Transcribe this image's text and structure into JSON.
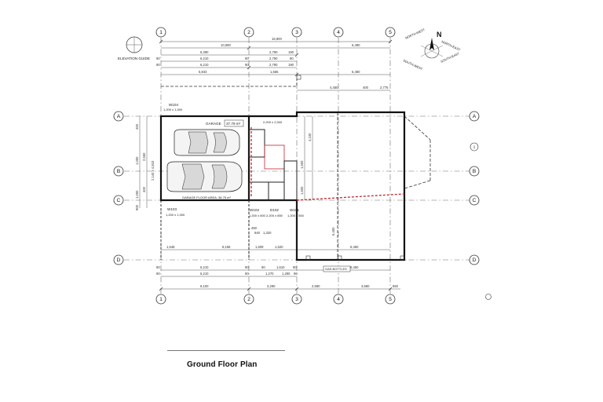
{
  "drawing": {
    "title": "Ground Floor Plan",
    "elevation_guide_label": "ELEVATION GUIDE",
    "north_label": "N",
    "compass_labels": [
      "NORTH-WEST",
      "NORTH-EAST",
      "SOUTH-WEST",
      "SOUTH-EAST"
    ],
    "gas_bottles_label": "GAS BOTTLES"
  },
  "grid": {
    "columns": [
      "1",
      "2",
      "3",
      "4",
      "5"
    ],
    "rows": [
      "A",
      "B",
      "C",
      "D"
    ]
  },
  "rooms": {
    "garage": "GARAGE",
    "garage_area": "37.79 m²",
    "garage_floor_area": "GARAGE FLOOR AREA: 38.75 m²"
  },
  "openings": {
    "w104": "W104",
    "w104_size": "1,200 x 1,000",
    "w103": "W103",
    "w103_size": "1,200 x 1,000",
    "w102": "W102",
    "w102_size": "1,200 x 600",
    "d102": "D102",
    "d102_size": "2,200 x 850",
    "w101": "W101",
    "w101_size": "1,200 x 500",
    "door_top": "2,200 x 2,000",
    "garage_door_size": "2,140 x 4,810"
  },
  "dimensions": {
    "top_overall": "16,900",
    "top_row2": [
      "10,080",
      "6,480"
    ],
    "top_row3": [
      "6,390",
      "2,790",
      "190"
    ],
    "top_row4": [
      "90",
      "6,210",
      "90",
      "2,790",
      "90"
    ],
    "top_row5": [
      "90",
      "6,210",
      "90",
      "2,790",
      "190"
    ],
    "top_row6": [
      "5,843",
      "1,555",
      "6,480"
    ],
    "top_row7": [
      "4,450",
      "400",
      "2,775"
    ],
    "bottom_row1": [
      "1,548",
      "6,156",
      "1,609",
      "1,520",
      "6,450"
    ],
    "bottom_row2": [
      "90",
      "6,210",
      "90",
      "90",
      "1,610",
      "90",
      "6,450"
    ],
    "bottom_row3": [
      "90",
      "6,210",
      "90",
      "1,270",
      "1,290",
      "90"
    ],
    "bottom_row4": [
      "6,100",
      "3,290",
      "2,580",
      "3,680",
      "650"
    ],
    "mid_labels": [
      "450",
      "940",
      "1,320",
      "6,400"
    ],
    "left_dims": [
      "1,000",
      "400",
      "2,550",
      "400",
      "1,000",
      "900"
    ],
    "right_dims": [
      "1,500",
      "4,100",
      "1,600"
    ]
  }
}
